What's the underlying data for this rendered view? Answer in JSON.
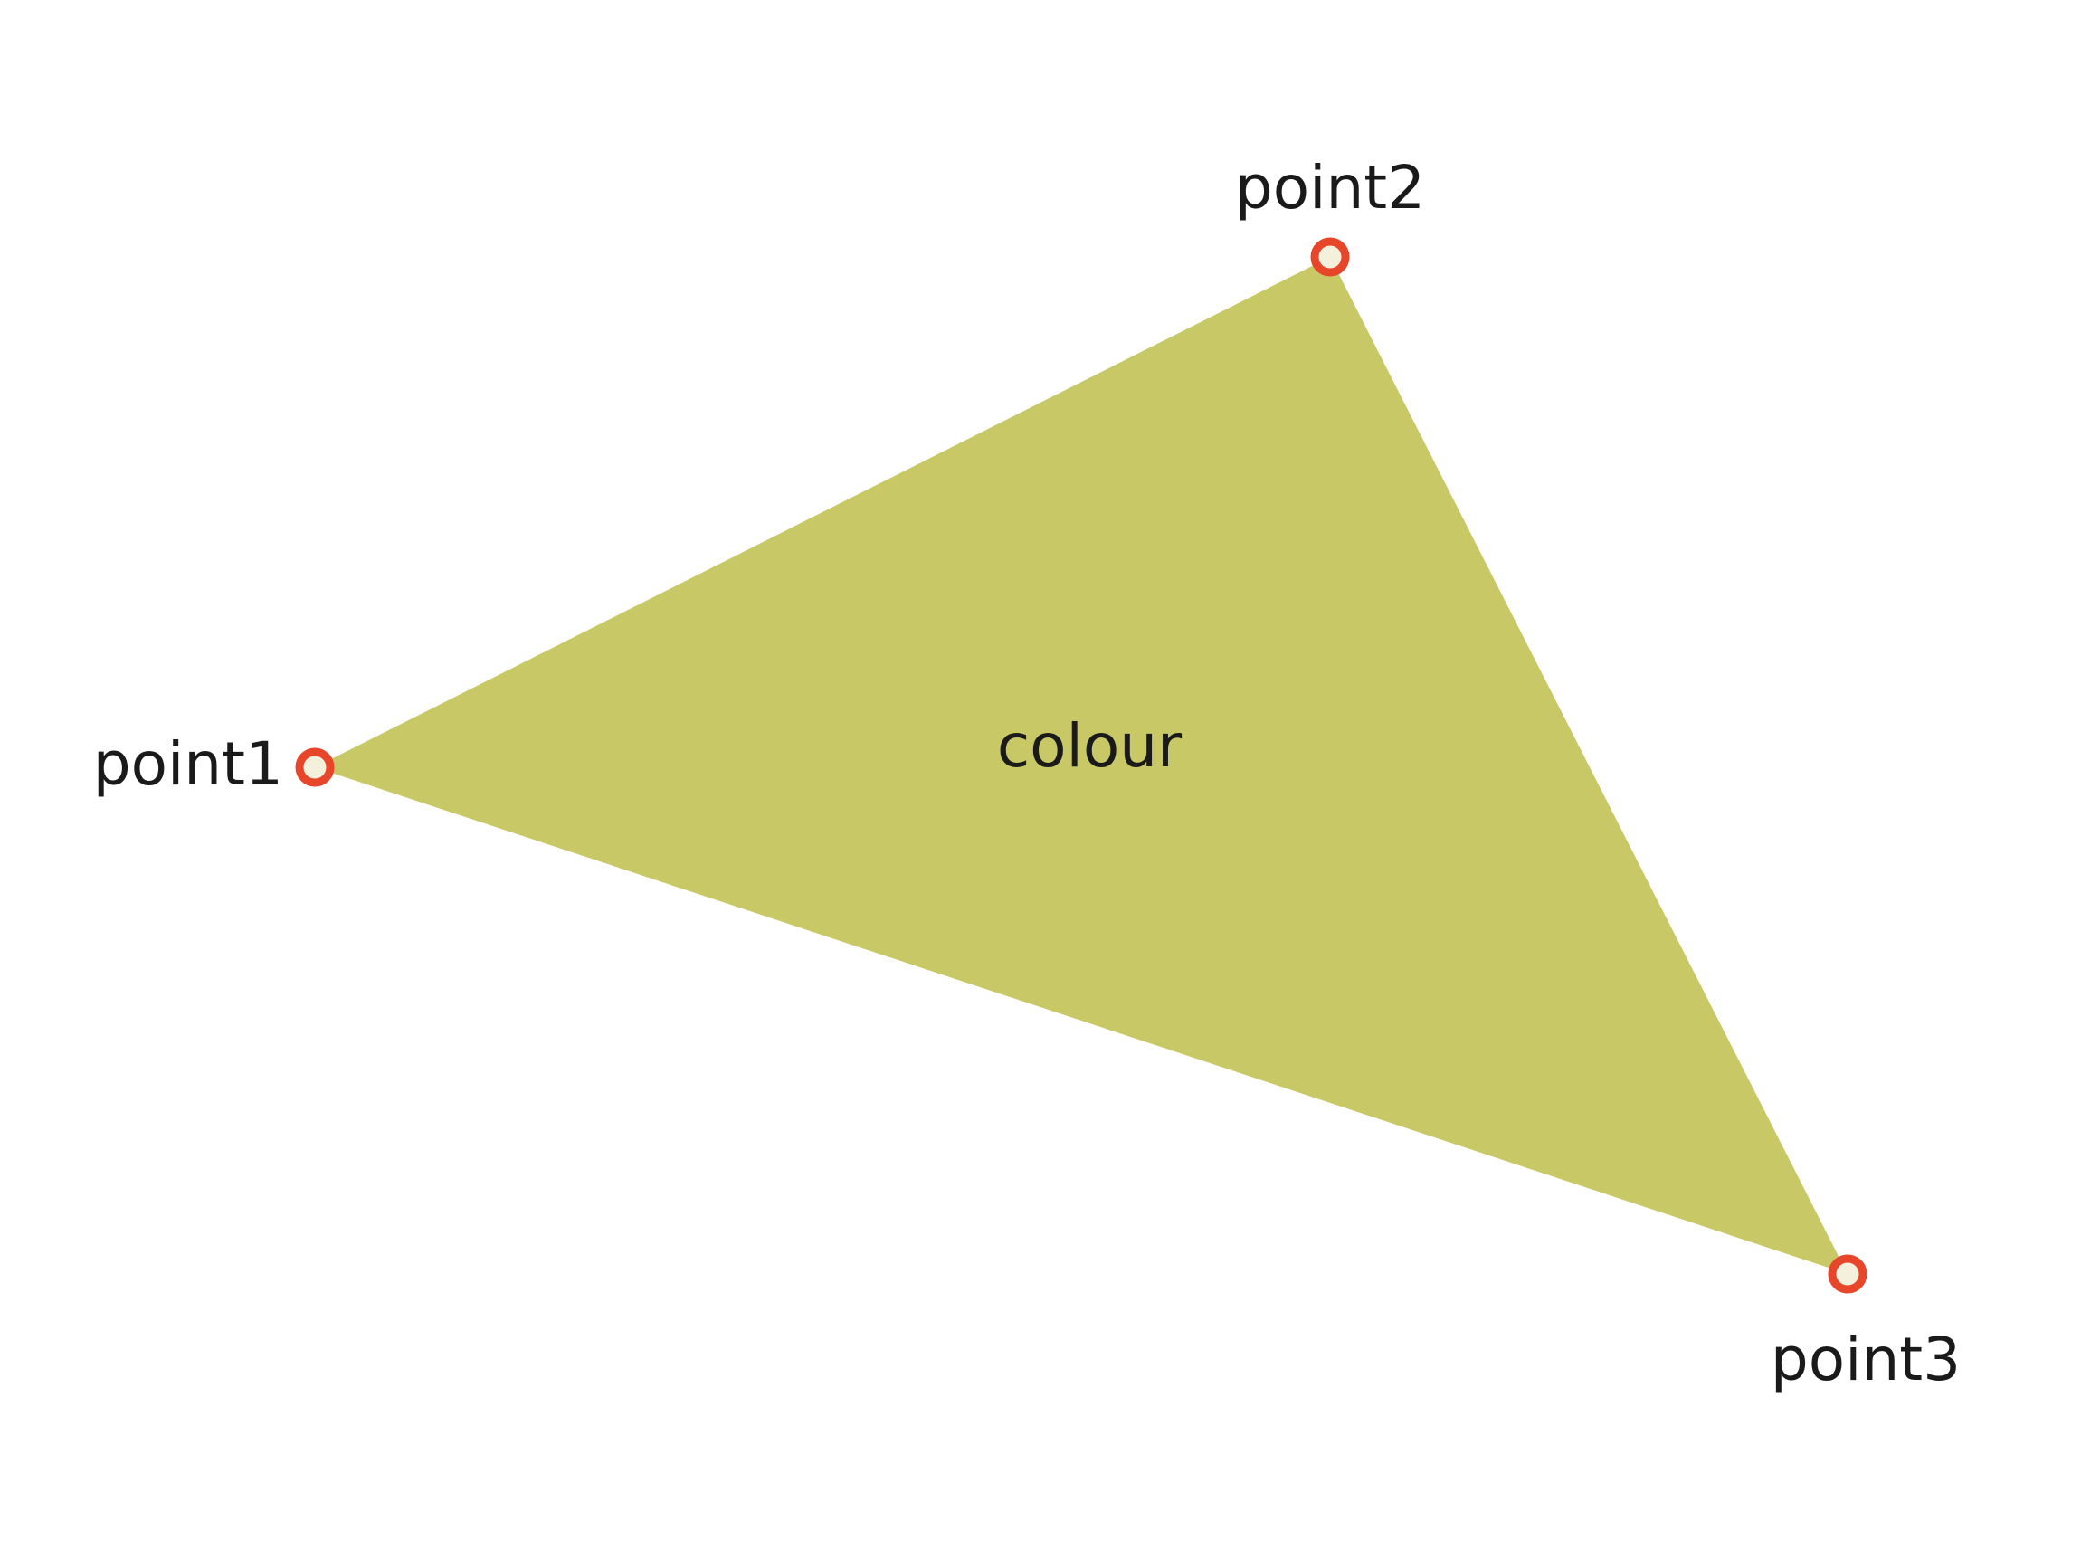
{
  "triangle": {
    "fill_color": "#c8c966",
    "center_label": "colour"
  },
  "points": [
    {
      "label": "point1"
    },
    {
      "label": "point2"
    },
    {
      "label": "point3"
    }
  ],
  "marker_color": "#e8462b"
}
